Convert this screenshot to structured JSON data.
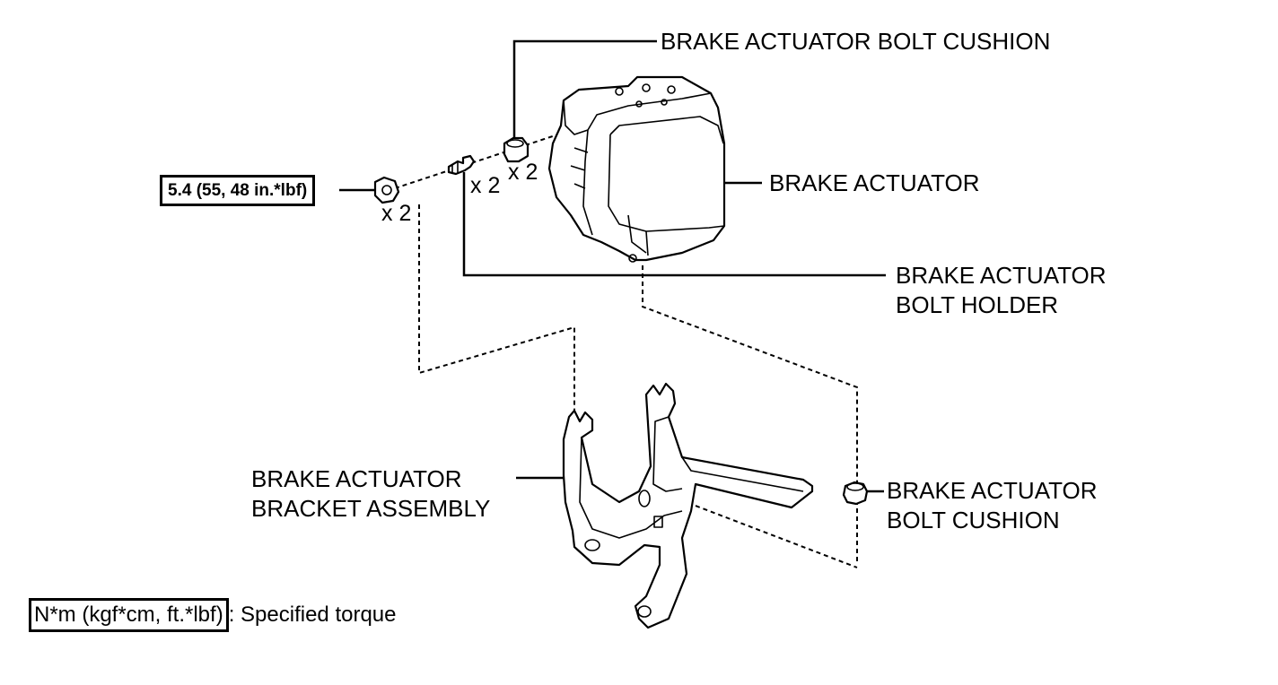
{
  "labels": {
    "cushion_top": "BRAKE ACTUATOR BOLT CUSHION",
    "actuator": "BRAKE ACTUATOR",
    "holder_line1": "BRAKE ACTUATOR",
    "holder_line2": "BOLT HOLDER",
    "bracket_line1": "BRAKE ACTUATOR",
    "bracket_line2": "BRACKET ASSEMBLY",
    "cushion_right_line1": "BRAKE ACTUATOR",
    "cushion_right_line2": "BOLT CUSHION"
  },
  "quantities": {
    "nut": "x 2",
    "holder": "x 2",
    "cushion": "x 2"
  },
  "torque": {
    "value": "5.4 (55, 48 in.*lbf)"
  },
  "legend": {
    "unit": "N*m (kgf*cm, ft.*lbf)",
    "text": ": Specified torque"
  },
  "icons": {
    "actuator": "abs-actuator-unit",
    "bracket": "mounting-bracket",
    "nut": "flange-nut",
    "holder": "stud-bolt",
    "cushion": "rubber-cushion"
  }
}
